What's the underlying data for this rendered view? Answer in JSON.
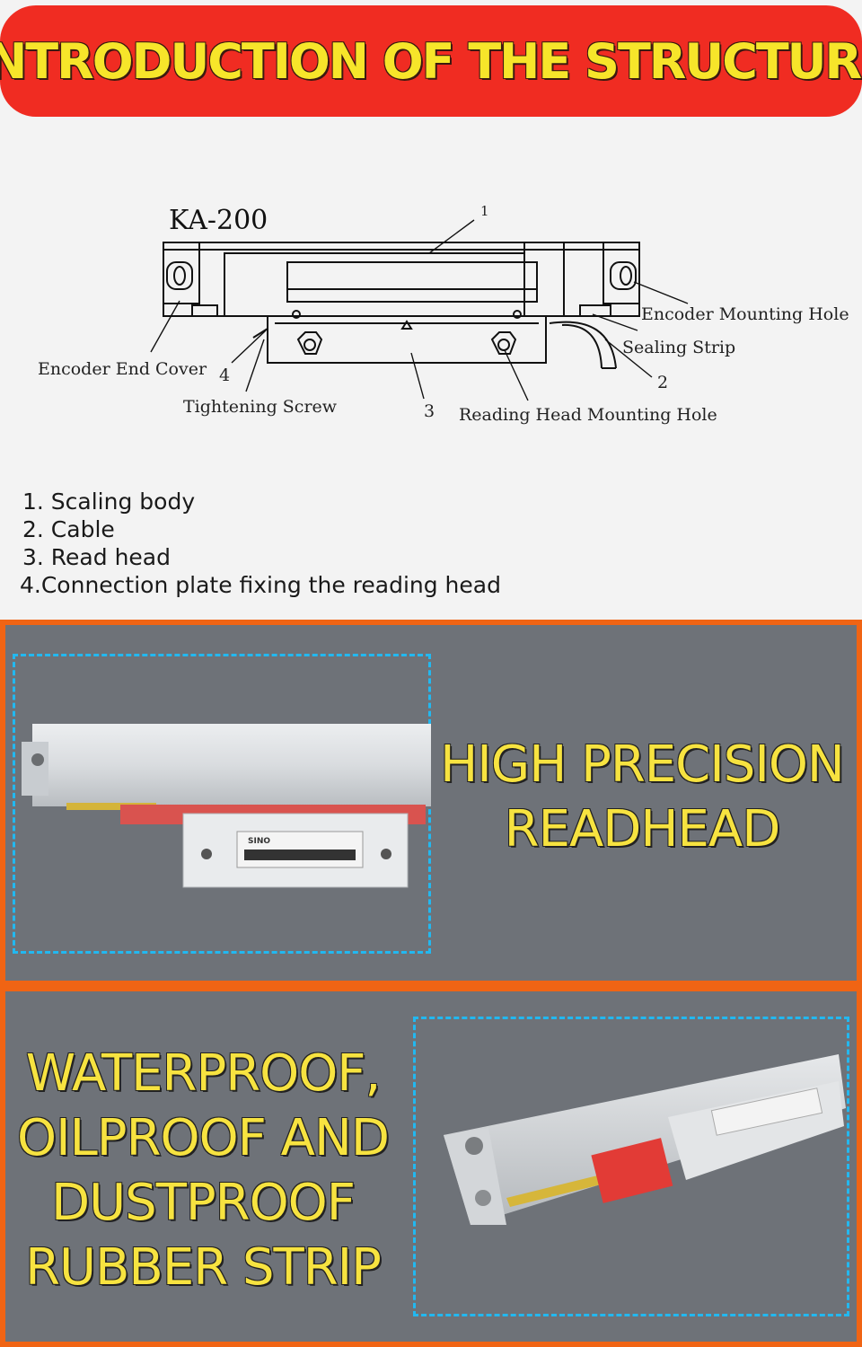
{
  "header": {
    "title": "INTRODUCTION OF THE STRUCTURE"
  },
  "diagram": {
    "model": "KA-200",
    "labels": {
      "encoder_end_cover": "Encoder End Cover",
      "tightening_screw": "Tightening Screw",
      "encoder_mounting_hole": "Encoder Mounting Hole",
      "sealing_strip": "Sealing Strip",
      "reading_head_mounting_hole": "Reading Head Mounting Hole",
      "n1": "1",
      "n2": "2",
      "n3": "3",
      "n4": "4"
    }
  },
  "legend": [
    "1. Scaling body",
    "2. Cable",
    "3. Read head",
    "4.Connection plate fixing the reading head"
  ],
  "features": {
    "readhead": {
      "line1": "HIGH PRECISION",
      "line2": "READHEAD"
    },
    "strip": {
      "line1": "WATERPROOF,",
      "line2": "OILPROOF AND",
      "line3": "DUSTPROOF",
      "line4": "RUBBER STRIP"
    }
  },
  "product_label": {
    "brand": "SINO"
  },
  "colors": {
    "title_bg": "#f02c22",
    "title_text": "#f7e52a",
    "panel_bg": "#6e7278",
    "panel_border": "#f06414",
    "dashed_box": "#22b8f0",
    "feature_text": "#f7e340"
  }
}
